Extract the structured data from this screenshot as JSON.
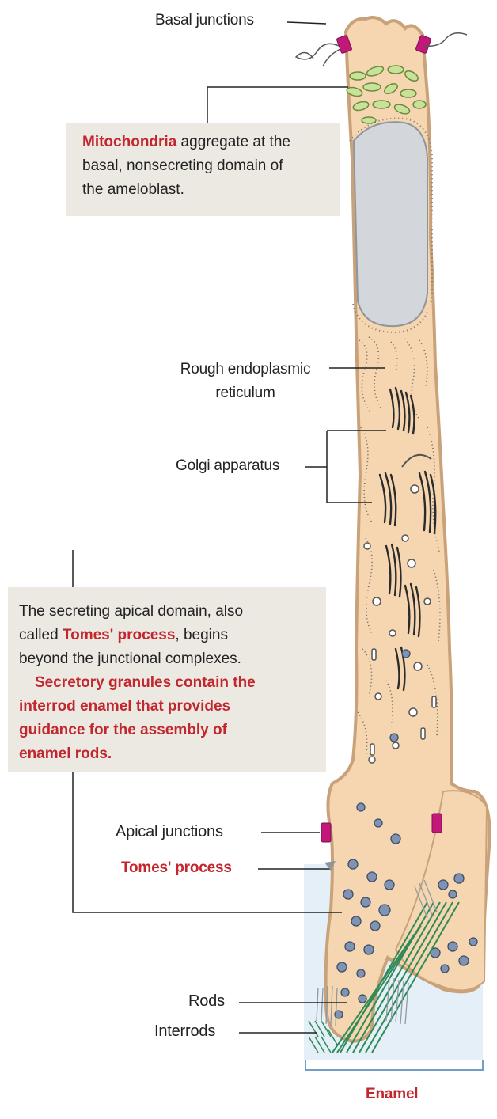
{
  "labels": {
    "basal_junctions": "Basal junctions",
    "rough_er_line1": "Rough endoplasmic",
    "rough_er_line2": "reticulum",
    "golgi": "Golgi apparatus",
    "apical_junctions": "Apical junctions",
    "tomes_process": "Tomes' process",
    "rods": "Rods",
    "interrods": "Interrods",
    "enamel": "Enamel"
  },
  "mito_box": {
    "term": "Mitochondria",
    "line1_rest": " aggregate at the",
    "line2": "basal, nonsecreting domain of",
    "line3": "the ameloblast."
  },
  "apical_box": {
    "line1": "The secreting apical domain, also",
    "line2_pre": "called ",
    "line2_term": "Tomes' process",
    "line2_post": ", begins",
    "line3": "beyond the junctional complexes.",
    "red1": "Secretory granules contain the",
    "red2": "interrod enamel that provides",
    "red3": "guidance for the assembly of",
    "red4": "enamel rods."
  },
  "colors": {
    "cell_fill": "#f5d6b0",
    "cell_border": "#c9a27a",
    "nucleus": "#d3d6da",
    "mitochondria": "#c8e29a",
    "junction": "#c2187a",
    "granule": "#7f93b3",
    "enamel_region": "#e4eff7",
    "rod_green": "#2e8b57",
    "label_red": "#c1272d",
    "annotation_box": "#ece8e2"
  }
}
